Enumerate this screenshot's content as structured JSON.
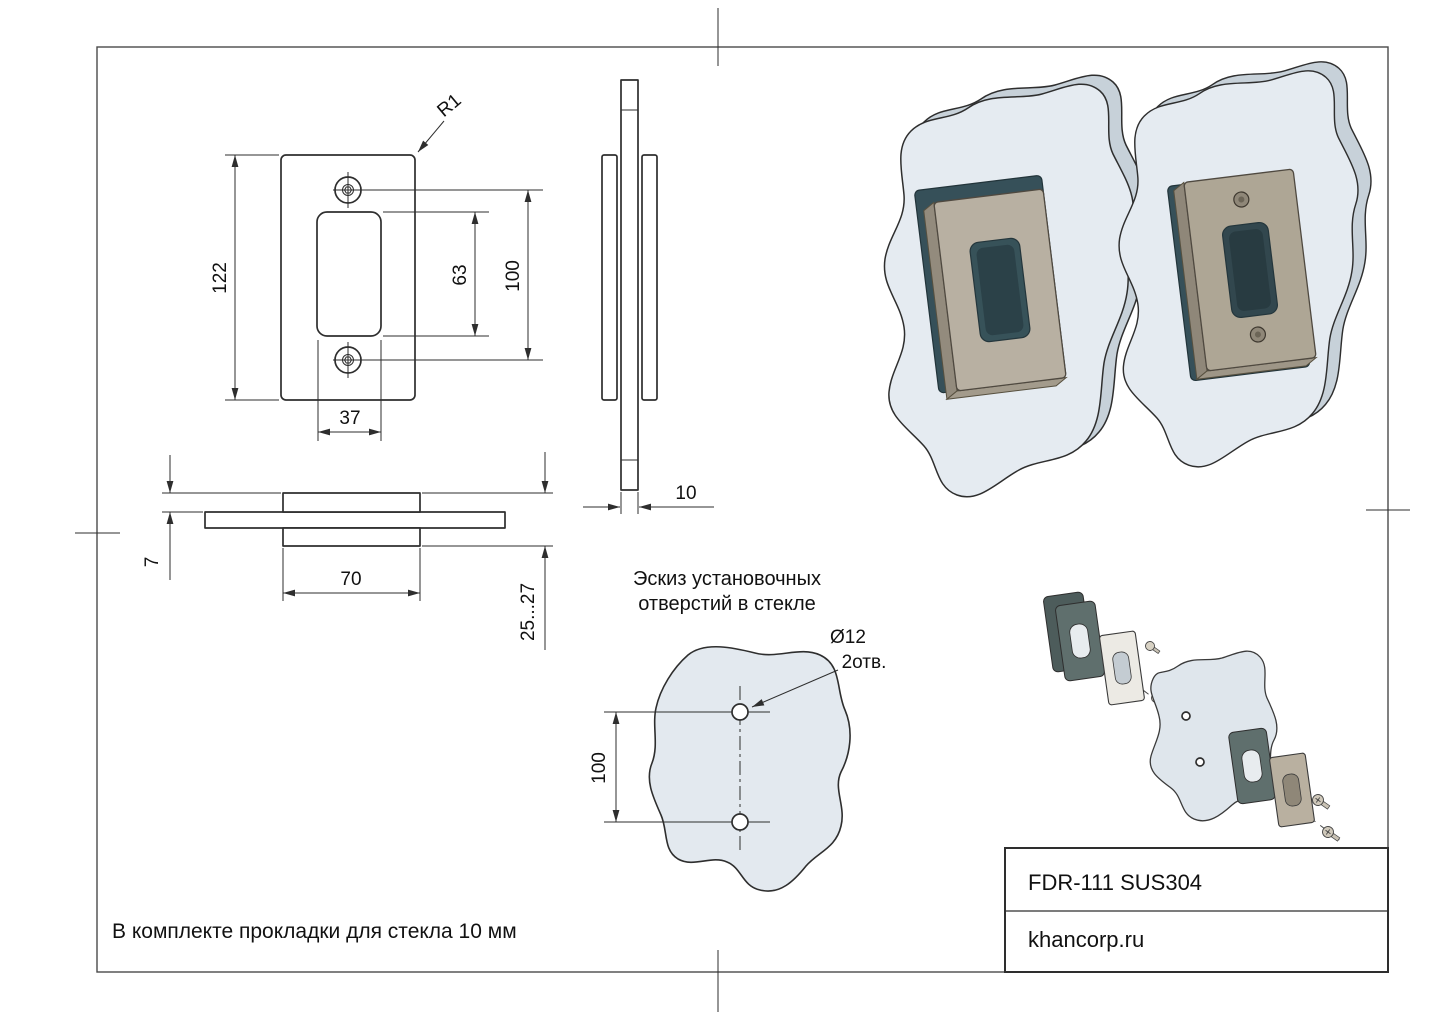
{
  "drawing": {
    "note": "В комплекте прокладки для стекла  10 мм",
    "title_block": {
      "model": "FDR-111 SUS304",
      "site": "khancorp.ru"
    },
    "front_view": {
      "dim_height": "122",
      "dim_radius": "R1",
      "dim_cutout_height": "63",
      "dim_hole_spacing": "100",
      "dim_cutout_width": "37"
    },
    "side_view": {
      "dim_glass_thickness": "10"
    },
    "section_view": {
      "dim_plate_thickness": "7",
      "dim_plate_width": "70",
      "dim_overall": "25...27"
    },
    "glass_sketch": {
      "title_line1": "Эскиз установочных",
      "title_line2": "отверстий в стекле",
      "callout_line1": "Ø12",
      "callout_line2": "2отв.",
      "dim_hole_spacing": "100"
    }
  }
}
